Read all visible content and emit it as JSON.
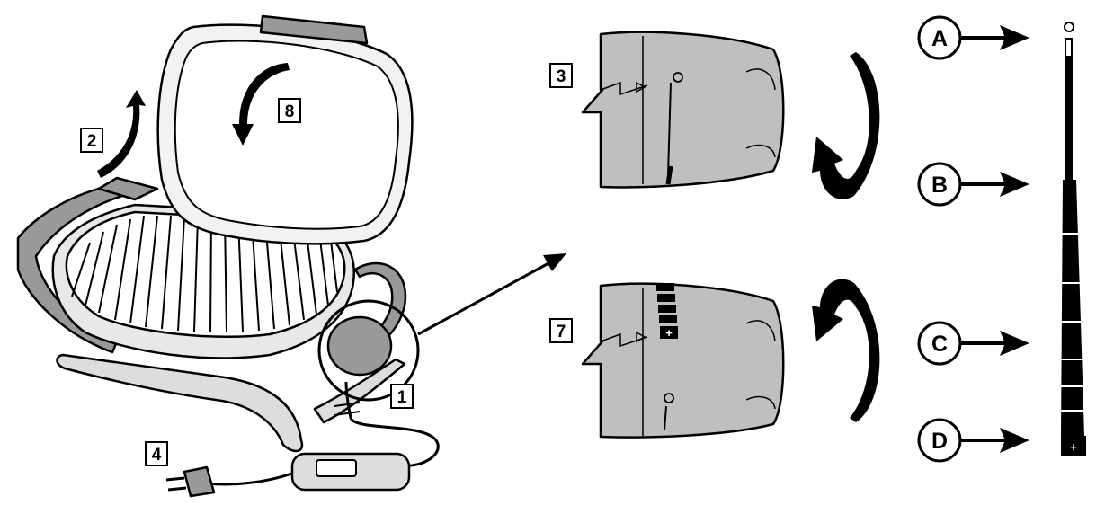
{
  "colors": {
    "ink": "#000000",
    "knob_fill": "#bfbfbf",
    "grill_fill": "#ffffff",
    "background": "#ffffff"
  },
  "step_labels": {
    "s1": "1",
    "s2": "2",
    "s3": "3",
    "s4": "4",
    "s7": "7",
    "s8": "8"
  },
  "scale_labels": {
    "a": "A",
    "b": "B",
    "c": "C",
    "d": "D"
  },
  "knob_glyphs": {
    "off": "O",
    "max": "+"
  },
  "icons": {
    "lid_up": "curved-up-arrow-icon",
    "lid_down": "curved-down-arrow-icon",
    "knob_turn_cw": "rotate-clockwise-icon",
    "knob_turn_ccw": "rotate-counterclockwise-icon",
    "pointer": "pointer-arrow-icon"
  }
}
